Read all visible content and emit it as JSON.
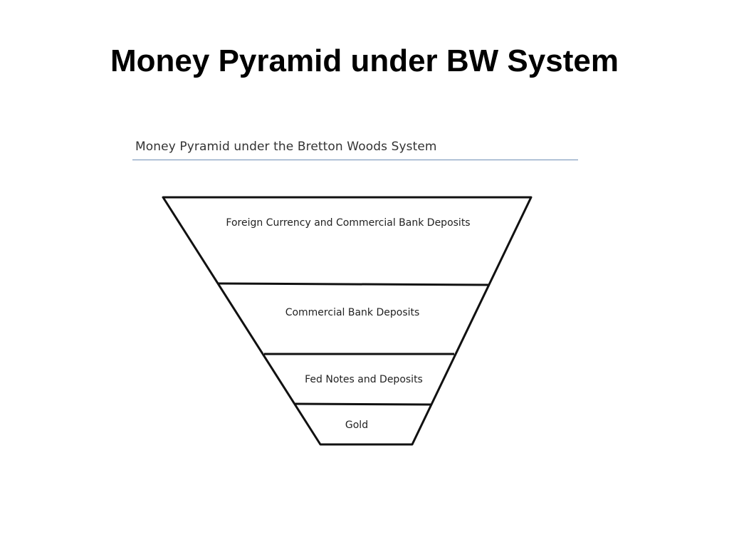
{
  "slide": {
    "title": "Money Pyramid under BW System"
  },
  "figure": {
    "caption": "Money Pyramid under the Bretton Woods System",
    "layers": [
      {
        "label": "Foreign Currency and Commercial Bank Deposits"
      },
      {
        "label": "Commercial Bank Deposits"
      },
      {
        "label": "Fed Notes and Deposits"
      },
      {
        "label": "Gold"
      }
    ],
    "line_color": "#111111",
    "rule_color": "#6f8fb5"
  }
}
